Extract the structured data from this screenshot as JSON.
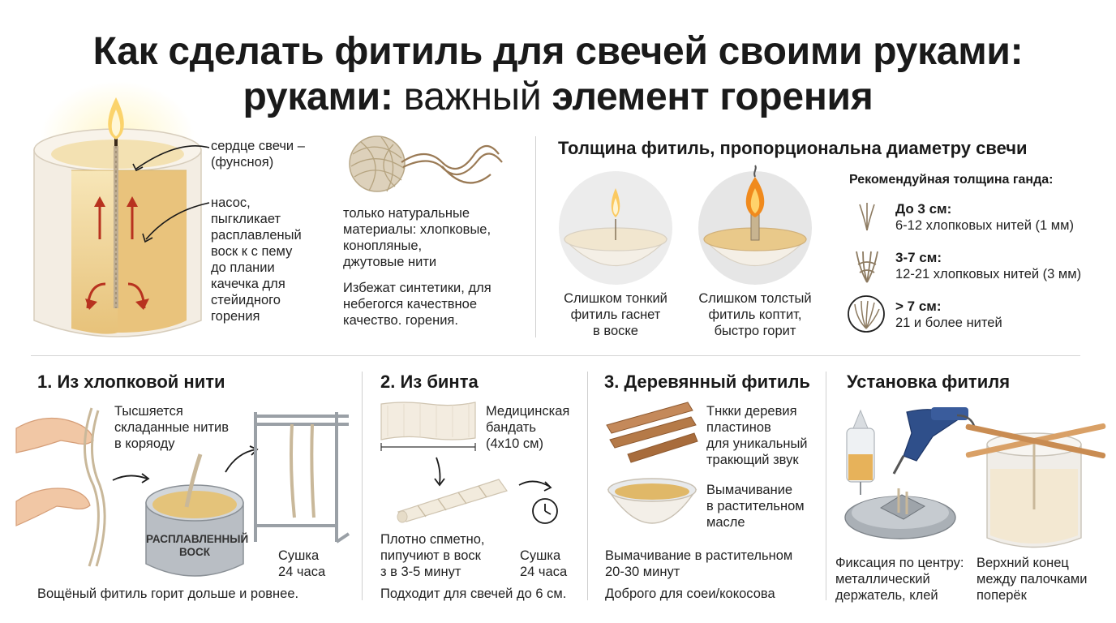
{
  "title": {
    "line1": "Как сделать фитиль для свечей своими руками:",
    "line2_bold": "руками:",
    "line2_light": "важный",
    "line2_end": "элемент горения"
  },
  "candle": {
    "label1": "сердце свечи –",
    "label2": "(фунсноя)",
    "pump_lines": [
      "насос,",
      "пыгкликает",
      "расплавленый",
      "воск к с пему",
      "до плании",
      "качечка для",
      "стейидного",
      "горения"
    ]
  },
  "materials": {
    "lines": [
      "только натуральные",
      "материалы: хлопковые,",
      "конопляные,",
      "джутовые нити"
    ],
    "avoid_lines": [
      "Избежат синтетики, для",
      "небегогся качествное",
      "качество. горения."
    ]
  },
  "thickness": {
    "title": "Толщина фитиль, пропорциональна диаметру свечи",
    "thin_lines": [
      "Слишком тонкий",
      "фитиль гаснет",
      "в воске"
    ],
    "thick_lines": [
      "Слишком толстый",
      "фитиль коптит,",
      "быстро горит"
    ],
    "recommend_title": "Рекомендуйная толщина ганда:",
    "items": [
      {
        "size": "До 3 см:",
        "desc": "6-12 хлопковых нитей (1 мм)"
      },
      {
        "size": "3-7 см:",
        "desc": "12-21 хлопковых нитей (3 мм)"
      },
      {
        "size": "> 7 см:",
        "desc": "21 и более нитей"
      }
    ]
  },
  "cotton": {
    "title": "1. Из хлопковой нити",
    "twist_lines": [
      "Тысшяется",
      "складанные нитив",
      "в коряоду"
    ],
    "pot_lines": [
      "РАСПЛАВЛЕННЫЙ",
      "ВОСК"
    ],
    "dry_lines": [
      "Сушка",
      "24 часа"
    ],
    "footer": "Вощёный фитиль горит дольше и ровнее."
  },
  "bandage": {
    "title": "2. Из бинта",
    "med_lines": [
      "Медицинская",
      "бандать",
      "(4х10 см)"
    ],
    "roll_lines": [
      "Плотно спметно,",
      "пипучиют в воск",
      "з в 3-5 минут"
    ],
    "dry_lines": [
      "Сушка",
      "24 часа"
    ],
    "footer": "Подходит для свечей до 6 см."
  },
  "wood": {
    "title": "3. Деревянный фитиль",
    "plates_lines": [
      "Тнкки деревия",
      "пластинов",
      "для уникальный",
      "тракющий звук"
    ],
    "soak_lines": [
      "Вымачивание",
      "в растительном",
      "масле"
    ],
    "soak_time_lines": [
      "Вымачивание в растительном",
      "20-30 минут"
    ],
    "footer": "Доброго для соеи/кокосова"
  },
  "install": {
    "title": "Установка фитиля",
    "fix_lines": [
      "Фиксация по центру:",
      "металлический",
      "держатель, клей"
    ],
    "top_lines": [
      "Верхний конец",
      "между палочками",
      "поперёк"
    ]
  },
  "colors": {
    "wax": "#f0dfae",
    "wax_dark": "#d9b870",
    "candle_body": "#f2ece2",
    "flame": "#f6a623",
    "arrow_red": "#b8321f",
    "twine": "#c9b89a",
    "wood": "#b57a48",
    "metal": "#9aa0a6",
    "glue_blue": "#2f4f8a"
  }
}
